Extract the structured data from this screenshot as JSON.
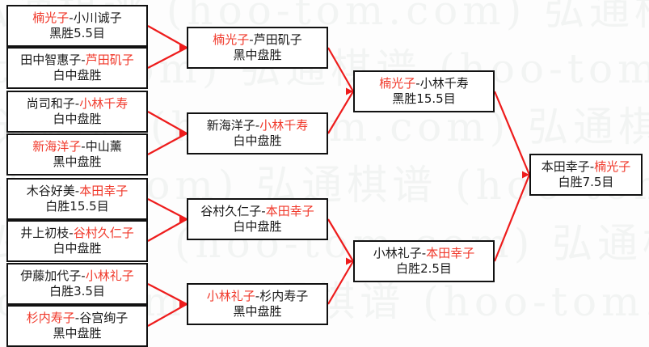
{
  "meta": {
    "title": "围棋比赛对阵表",
    "win_color": "#f0392b",
    "text_color": "#1a1a1a",
    "line_color": "#ee1c1c",
    "box_border_color": "#111111",
    "background": "#fdfdfd",
    "watermark_color": "#f2f4f3"
  },
  "watermark": {
    "line_cn": "弘通棋谱",
    "line_en": "(hoo-tom.com)",
    "tokens": [
      "弘",
      "通",
      "棋",
      "谱",
      "(",
      "h",
      "o",
      "o",
      "-",
      "t",
      "o",
      "m",
      ".",
      "c",
      "o",
      "m",
      ")"
    ]
  },
  "rounds": [
    {
      "name": "round-1",
      "matches": [
        {
          "id": "r1m1",
          "left": "楠光子",
          "right": "小川诚子",
          "left_wins": true,
          "result": "黑胜5.5目"
        },
        {
          "id": "r1m2",
          "left": "田中智惠子",
          "right": "芦田矶子",
          "left_wins": false,
          "result": "白中盘胜"
        },
        {
          "id": "r1m3",
          "left": "尚司和子",
          "right": "小林千寿",
          "left_wins": false,
          "result": "白中盘胜"
        },
        {
          "id": "r1m4",
          "left": "新海洋子",
          "right": "中山薰",
          "left_wins": true,
          "result": "黑中盘胜"
        },
        {
          "id": "r1m5",
          "left": "木谷好美",
          "right": "本田幸子",
          "left_wins": false,
          "result": "白胜15.5目"
        },
        {
          "id": "r1m6",
          "left": "井上初枝",
          "right": "谷村久仁子",
          "left_wins": false,
          "result": "白中盘胜"
        },
        {
          "id": "r1m7",
          "left": "伊藤加代子",
          "right": "小林礼子",
          "left_wins": false,
          "result": "白胜3.5目"
        },
        {
          "id": "r1m8",
          "left": "杉内寿子",
          "right": "谷宫绚子",
          "left_wins": true,
          "result": "黑中盘胜"
        }
      ]
    },
    {
      "name": "round-2",
      "matches": [
        {
          "id": "r2m1",
          "left": "楠光子",
          "right": "芦田矶子",
          "left_wins": true,
          "result": "黑中盘胜"
        },
        {
          "id": "r2m2",
          "left": "新海洋子",
          "right": "小林千寿",
          "left_wins": false,
          "result": "白中盘胜"
        },
        {
          "id": "r2m3",
          "left": "谷村久仁子",
          "right": "本田幸子",
          "left_wins": false,
          "result": "白中盘胜"
        },
        {
          "id": "r2m4",
          "left": "小林礼子",
          "right": "杉内寿子",
          "left_wins": true,
          "result": "黑中盘胜"
        }
      ]
    },
    {
      "name": "semifinal",
      "matches": [
        {
          "id": "r3m1",
          "left": "楠光子",
          "right": "小林千寿",
          "left_wins": true,
          "result": "黑胜15.5目"
        },
        {
          "id": "r3m2",
          "left": "小林礼子",
          "right": "本田幸子",
          "left_wins": false,
          "result": "白胜2.5目"
        }
      ]
    },
    {
      "name": "final",
      "matches": [
        {
          "id": "r4m1",
          "left": "本田幸子",
          "right": "楠光子",
          "left_wins": false,
          "result": "白胜7.5目"
        }
      ]
    }
  ]
}
